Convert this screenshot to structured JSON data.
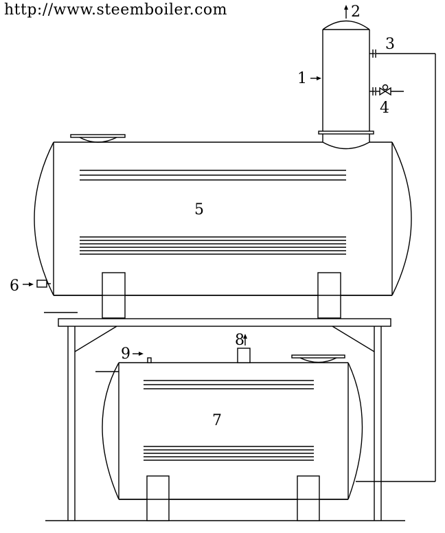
{
  "header": {
    "url": "http://www.steemboiler.com"
  },
  "labels": {
    "l1": "1",
    "l2": "2",
    "l3": "3",
    "l4": "4",
    "l5": "5",
    "l6": "6",
    "l7": "7",
    "l8": "8",
    "l9": "9"
  }
}
